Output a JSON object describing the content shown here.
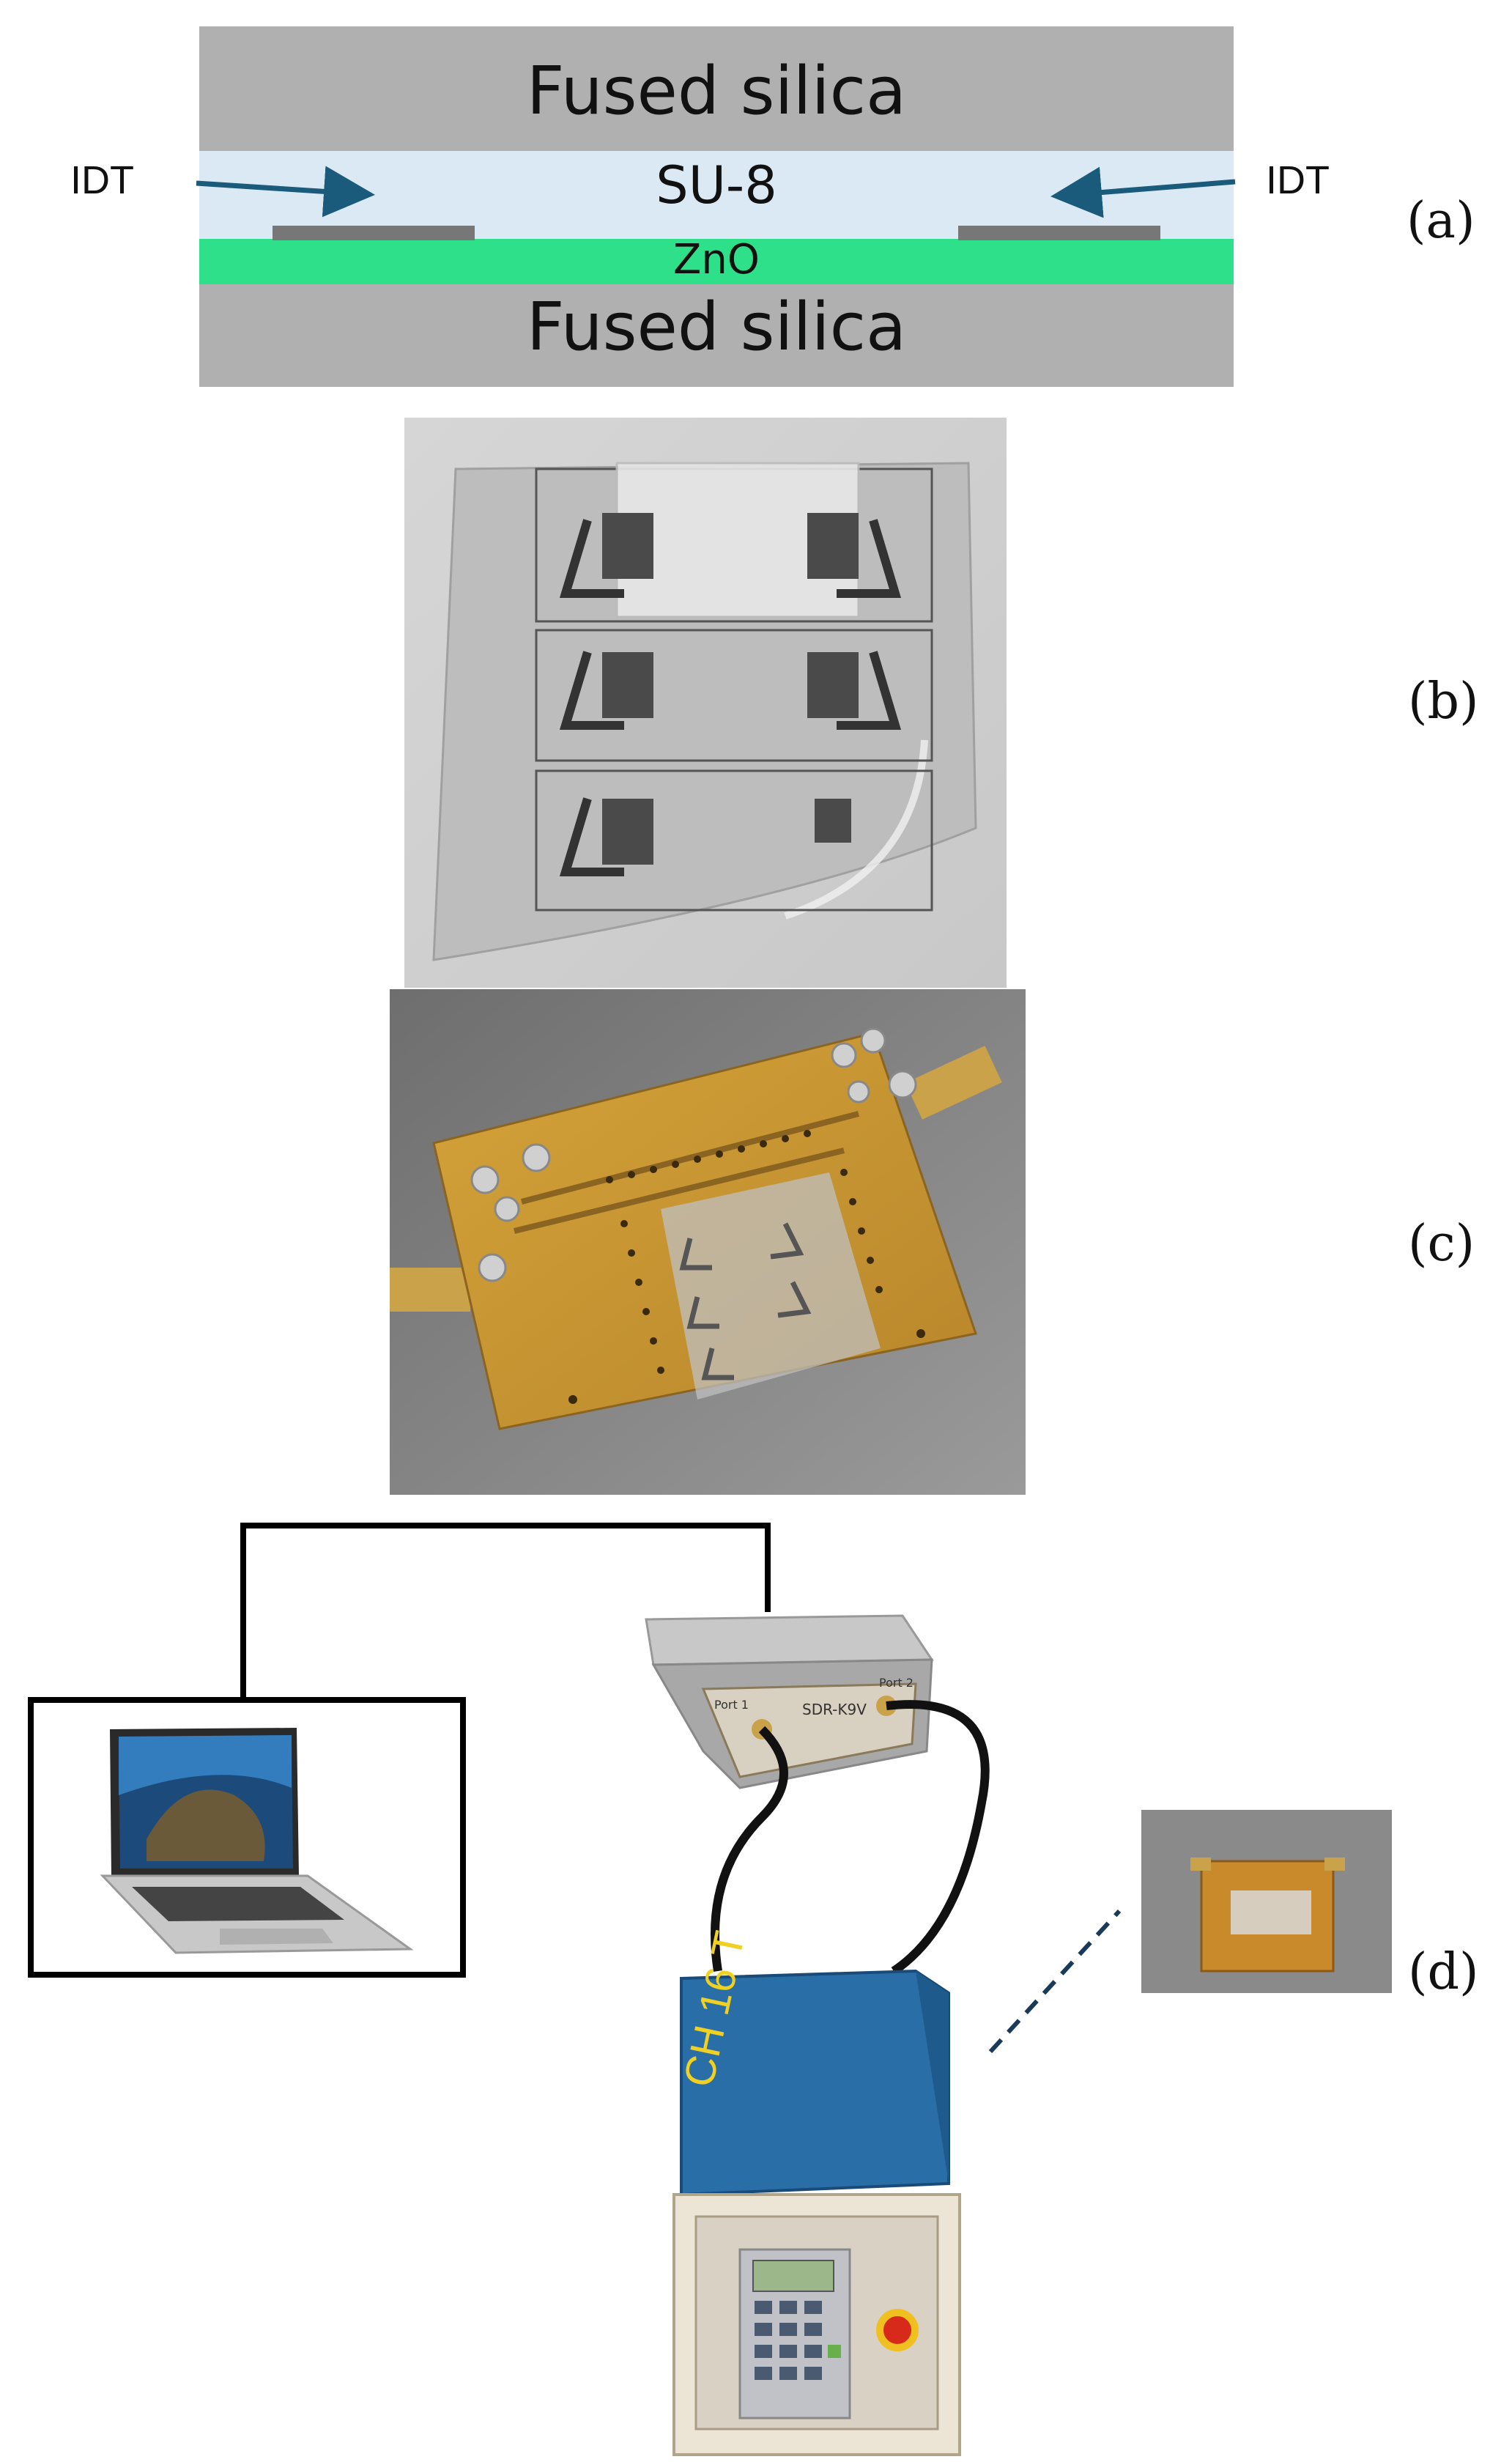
{
  "panel_a": {
    "top_layer": "Fused silica",
    "su8": "SU-8",
    "zno": "ZnO",
    "bottom_layer": "Fused silica",
    "idt_left": "IDT",
    "idt_right": "IDT",
    "label": "(a)",
    "colors": {
      "silica": "#b0b0b0",
      "su8": "#dbe9f5",
      "zno": "#2fe08a",
      "electrode": "#777777",
      "arrow": "#1a5a7a"
    }
  },
  "panel_b": {
    "label": "(b)",
    "photo": "glass substrate with SAW devices"
  },
  "panel_c": {
    "label": "(c)",
    "photo": "device mounted on gold PCB with SMA connectors"
  },
  "panel_d": {
    "label": "(d)",
    "vna_port_1": "Port 1",
    "vna_port_2": "Port 2",
    "vna_model": "SDR-K9V",
    "oven_tag": "CH 16 T",
    "photo": "measurement setup: laptop, network analyzer, climate chamber"
  }
}
